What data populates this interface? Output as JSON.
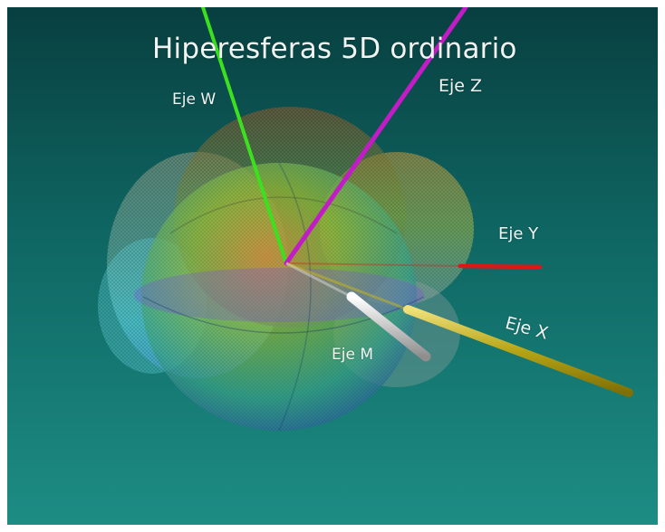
{
  "title": "Hiperesferas 5D ordinario",
  "axes": {
    "w": "Eje W",
    "z": "Eje Z",
    "y": "Eje Y",
    "x": "Eje X",
    "m": "Eje M"
  },
  "colors": {
    "background_top": "#0b4b4b",
    "background_bottom": "#1b8a82",
    "axis_w": "#3be01f",
    "axis_z": "#c21cc6",
    "axis_y": "#e01616",
    "axis_x": "#c9b81a",
    "axis_m": "#d8d8d8"
  }
}
